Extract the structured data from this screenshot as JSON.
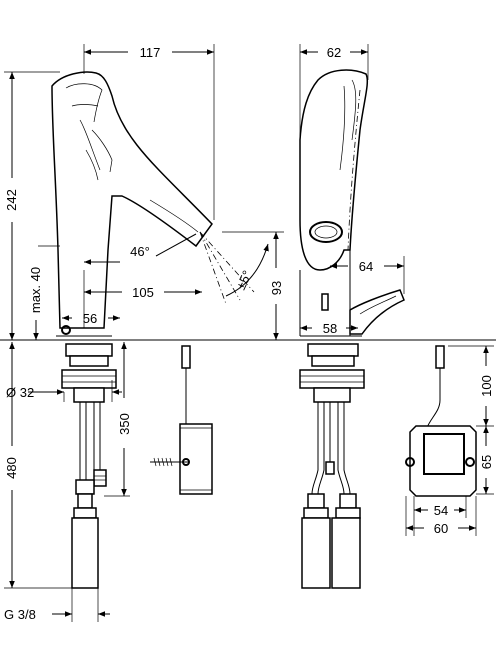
{
  "dimensions": {
    "spout_reach": "117",
    "depth": "62",
    "total_height": "242",
    "spout_angle": "46°",
    "swivel_angle": "±5°",
    "max_height_label": "max. 40",
    "outlet_height": "93",
    "lever_offset": "64",
    "spout_projection": "105",
    "base_offset_front": "56",
    "base_offset_side": "58",
    "hole_diameter": "Ø 32",
    "hose_length": "350",
    "total_length": "480",
    "connection_thread": "G 3/8",
    "box_height": "100",
    "box_offset": "65",
    "box_inner_width": "54",
    "box_outer_width": "60"
  }
}
